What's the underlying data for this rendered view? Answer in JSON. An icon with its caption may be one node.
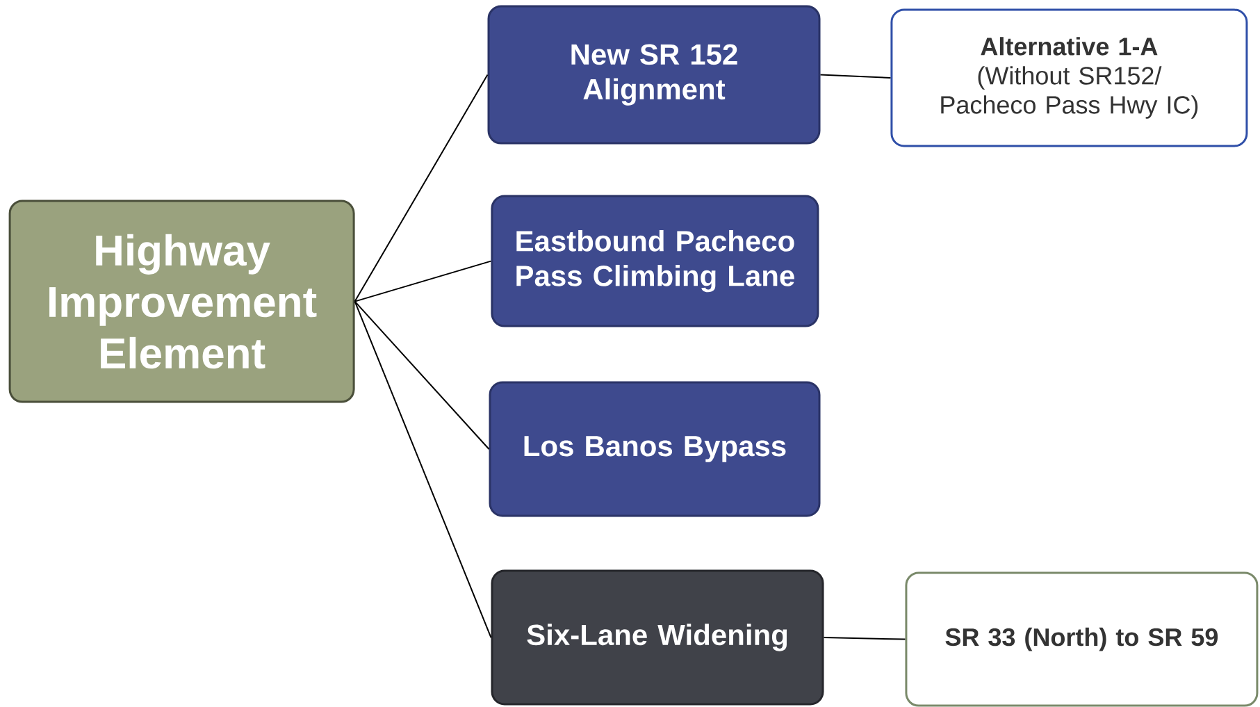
{
  "diagram": {
    "nodes": [
      {
        "text": [
          "Highway Improvement Element"
        ]
      },
      {
        "text": [
          "New SR 152 Alignment"
        ]
      },
      {
        "text": [
          "Alternative 1-A",
          "(Without SR152/ Pacheco Pass Hwy IC)"
        ]
      },
      {
        "text": [
          "Eastbound Pacheco Pass Climbing Lane"
        ]
      },
      {
        "text": [
          "Los Banos Bypass"
        ]
      },
      {
        "text": [
          "Six-Lane Widening"
        ]
      },
      {
        "text": [
          "SR 33 (North) to SR 59"
        ]
      }
    ],
    "edges": [
      {
        "from": 0,
        "to": 1,
        "arrow": "none"
      },
      {
        "from": 1,
        "to": 2,
        "arrow": "none"
      },
      {
        "from": 0,
        "to": 3,
        "arrow": "none"
      },
      {
        "from": 0,
        "to": 4,
        "arrow": "none"
      },
      {
        "from": 0,
        "to": 5,
        "arrow": "none"
      },
      {
        "from": 5,
        "to": 6,
        "arrow": "none"
      }
    ]
  }
}
